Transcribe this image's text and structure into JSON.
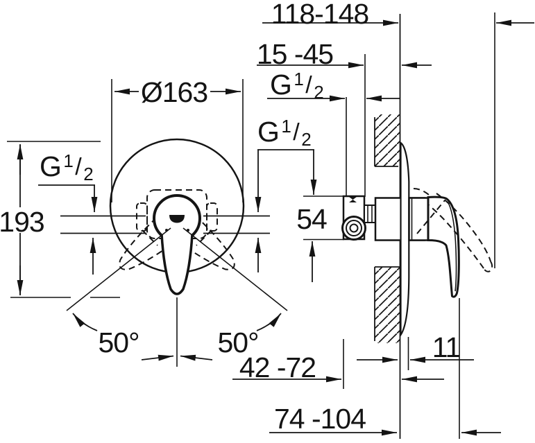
{
  "labels": {
    "dim_top_depth": "118-148",
    "dim_recess_depth": "15 -45",
    "dim_plate_diameter": "Ø163",
    "dim_height": "193",
    "dim_body_height": "54",
    "dim_angle_left": "50°",
    "dim_angle_right": "50°",
    "dim_min_protrusion": "42 -72",
    "dim_max_protrusion": "74 -104",
    "dim_plate_thickness": "11"
  },
  "thread": {
    "g": "G",
    "numerator": "1",
    "slash": "/",
    "denominator": "2"
  },
  "colors": {
    "line": "#141414",
    "background": "#ffffff"
  }
}
